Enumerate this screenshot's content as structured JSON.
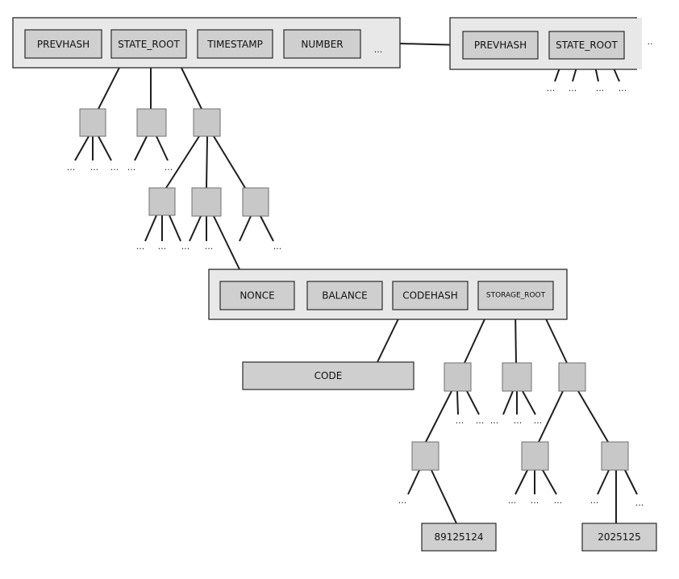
{
  "block_header": {
    "fields": [
      "PREVHASH",
      "STATE_ROOT",
      "TIMESTAMP",
      "NUMBER"
    ],
    "more": "..."
  },
  "next_block_header": {
    "fields": [
      "PREVHASH",
      "STATE_ROOT"
    ],
    "more": ".."
  },
  "account": {
    "fields": [
      "NONCE",
      "BALANCE",
      "CODEHASH",
      "STORAGE_ROOT"
    ]
  },
  "code_label": "CODE",
  "leaf_values": [
    "89125124",
    "2025125"
  ],
  "ellipsis": "..."
}
